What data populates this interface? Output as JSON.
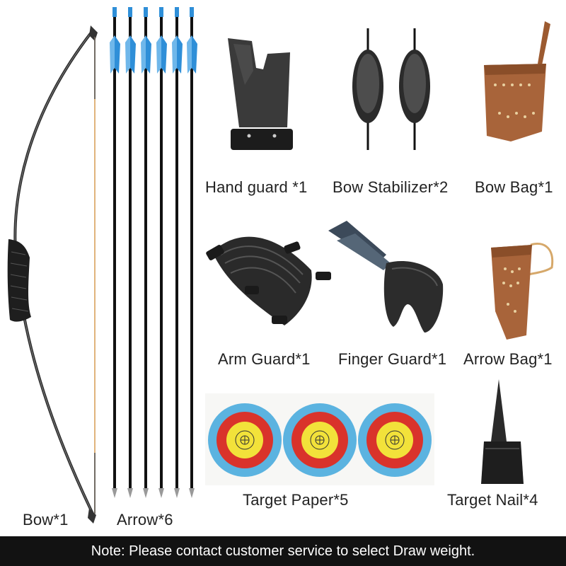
{
  "products": {
    "bow": "Bow*1",
    "arrow": "Arrow*6",
    "hand_guard": "Hand guard *1",
    "bow_stabilizer": "Bow Stabilizer*2",
    "bow_bag": "Bow Bag*1",
    "arm_guard": "Arm Guard*1",
    "finger_guard": "Finger Guard*1",
    "arrow_bag": "Arrow Bag*1",
    "target_paper": "Target Paper*5",
    "target_nail": "Target Nail*4"
  },
  "note": "Note: Please contact customer service to select Draw weight.",
  "colors": {
    "fletching": "#2f8fd8",
    "leather": "#a8643a",
    "target_blue": "#5bb3e0",
    "target_red": "#d9332b",
    "target_yellow": "#f2e23a",
    "note_bar": "#121212"
  }
}
